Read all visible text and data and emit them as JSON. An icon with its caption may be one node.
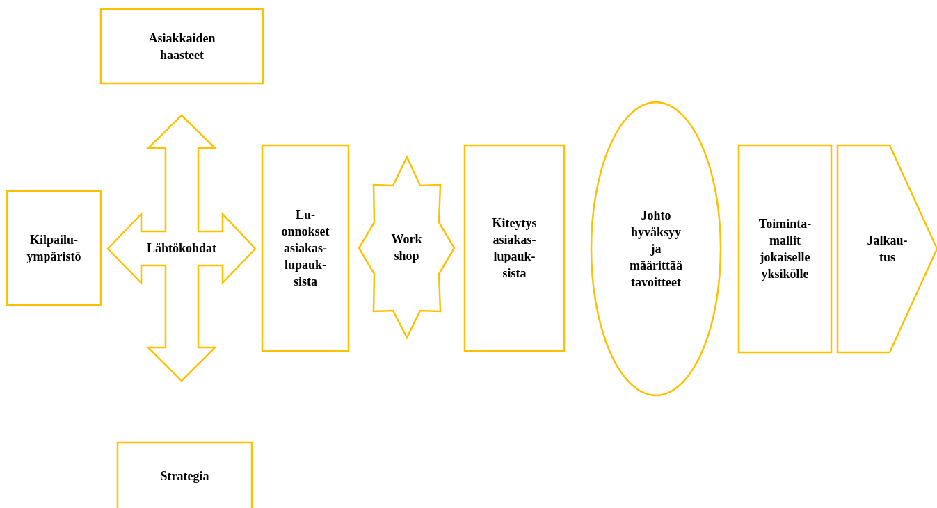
{
  "diagram": {
    "nodes": [
      {
        "text": [
          "Asiakkaiden haasteet"
        ]
      },
      {
        "text": [
          "Kilpailu- ympäristö"
        ]
      },
      {
        "text": [
          "Lähtökohdat"
        ]
      },
      {
        "text": [
          "Lu- onnokset asiakas- lupauk- sista"
        ]
      },
      {
        "text": [
          "Work shop"
        ]
      },
      {
        "text": [
          "Kiteytys asiakas- lupauk- sista"
        ]
      },
      {
        "text": [
          "Johto hyväksyy ja määrittää tavoitteet"
        ]
      },
      {
        "text": [
          "Toiminta- mallit jokaiselle yksikölle"
        ]
      },
      {
        "text": [
          "Jalkau- tus"
        ]
      },
      {
        "text": [
          "Strategia"
        ]
      }
    ]
  }
}
